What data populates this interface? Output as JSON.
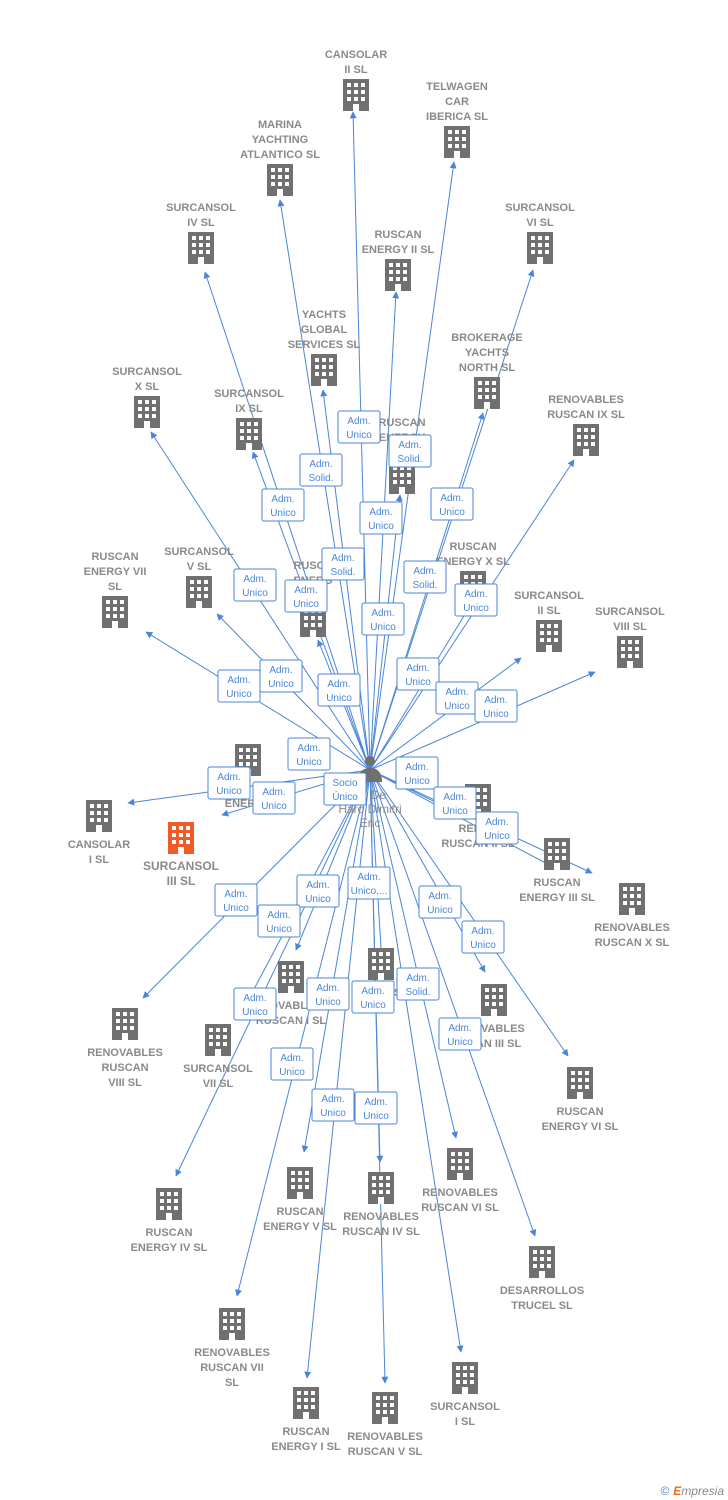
{
  "center": {
    "label_lines": [
      "...t De",
      "Haro Dimitri",
      "Eric"
    ]
  },
  "colors": {
    "edge": "#4a86d8",
    "building": "#707070",
    "highlight": "#f15a24",
    "label": "#8a8a8a"
  },
  "footer": {
    "copyright": "©",
    "brand_first": "E",
    "brand_rest": "mpresia"
  },
  "companies": [
    {
      "id": "cansolar-ii",
      "lines": [
        "CANSOLAR",
        "II  SL"
      ]
    },
    {
      "id": "telwagen",
      "lines": [
        "TELWAGEN",
        "CAR",
        "IBERICA  SL"
      ]
    },
    {
      "id": "marina",
      "lines": [
        "MARINA",
        "YACHTING",
        "ATLANTICO  SL"
      ]
    },
    {
      "id": "surcansol-iv",
      "lines": [
        "SURCANSOL",
        "IV  SL"
      ]
    },
    {
      "id": "surcansol-vi",
      "lines": [
        "SURCANSOL",
        "VI  SL"
      ]
    },
    {
      "id": "ruscan-energy-ii",
      "lines": [
        "RUSCAN",
        "ENERGY II  SL"
      ]
    },
    {
      "id": "yachts-global",
      "lines": [
        "YACHTS",
        "GLOBAL",
        "SERVICES  SL"
      ]
    },
    {
      "id": "brokerage",
      "lines": [
        "BROKERAGE",
        "YACHTS",
        "NORTH  SL"
      ]
    },
    {
      "id": "surcansol-x",
      "lines": [
        "SURCANSOL",
        "X  SL"
      ]
    },
    {
      "id": "surcansol-ix",
      "lines": [
        "SURCANSOL",
        "IX  SL"
      ]
    },
    {
      "id": "ruscan-energy-v-partial",
      "lines": [
        "RUSCAN",
        "ENERGY",
        "V"
      ]
    },
    {
      "id": "renovables-ix",
      "lines": [
        "RENOVABLES",
        "RUSCAN IX  SL"
      ]
    },
    {
      "id": "ruscan-energy-vii",
      "lines": [
        "RUSCAN",
        "ENERGY VII",
        "SL"
      ]
    },
    {
      "id": "surcansol-v",
      "lines": [
        "SURCANSOL",
        "V  SL"
      ]
    },
    {
      "id": "ruscan-energ-partial",
      "lines": [
        "RUSCA",
        "ENERG",
        "ES..."
      ]
    },
    {
      "id": "ruscan-energy-x",
      "lines": [
        "RUSCAN",
        "ENERGY X  SL"
      ]
    },
    {
      "id": "surcansol-ii",
      "lines": [
        "SURCANSOL",
        "II  SL"
      ]
    },
    {
      "id": "surcansol-viii",
      "lines": [
        "SURCANSOL",
        "VIII  SL"
      ]
    },
    {
      "id": "energy-left-partial",
      "lines": [
        "",
        "ENERGY"
      ]
    },
    {
      "id": "cansolar-i",
      "lines": [
        "CANSOLAR",
        "I  SL"
      ]
    },
    {
      "id": "surcansol-iii",
      "lines": [
        "SURCANSOL",
        "III  SL"
      ],
      "highlight": true
    },
    {
      "id": "renov-ruscan-ii",
      "lines": [
        "RENOV",
        "RUSCAN II  SL"
      ]
    },
    {
      "id": "ruscan-energy-iii",
      "lines": [
        "RUSCAN",
        "ENERGY III  SL"
      ]
    },
    {
      "id": "renovables-x",
      "lines": [
        "RENOVABLES",
        "RUSCAN X  SL"
      ]
    },
    {
      "id": "renovables-i",
      "lines": [
        "...OVABLES",
        "RUSCAN I  SL"
      ]
    },
    {
      "id": "nes-partial",
      "lines": [
        "...ONES",
        "E..."
      ]
    },
    {
      "id": "renovables-iii",
      "lines": [
        "...OVABLES",
        "...AN III  SL"
      ]
    },
    {
      "id": "renovables-viii",
      "lines": [
        "RENOVABLES",
        "RUSCAN",
        "VIII  SL"
      ]
    },
    {
      "id": "surcansol-vii",
      "lines": [
        "SURCANSOL",
        "VII  SL"
      ]
    },
    {
      "id": "ruscan-energy-vi",
      "lines": [
        "RUSCAN",
        "ENERGY VI  SL"
      ]
    },
    {
      "id": "ruscan-energy-v",
      "lines": [
        "RUSCAN",
        "ENERGY V  SL"
      ]
    },
    {
      "id": "renovables-iv",
      "lines": [
        "RENOVABLES",
        "RUSCAN IV  SL"
      ]
    },
    {
      "id": "renovables-vi",
      "lines": [
        "RENOVABLES",
        "RUSCAN VI  SL"
      ]
    },
    {
      "id": "ruscan-energy-iv",
      "lines": [
        "RUSCAN",
        "ENERGY IV  SL"
      ]
    },
    {
      "id": "desarrollos",
      "lines": [
        "DESARROLLOS",
        "TRUCEL  SL"
      ]
    },
    {
      "id": "renovables-vii",
      "lines": [
        "RENOVABLES",
        "RUSCAN VII",
        "SL"
      ]
    },
    {
      "id": "ruscan-energy-i",
      "lines": [
        "RUSCAN",
        "ENERGY I  SL"
      ]
    },
    {
      "id": "renovables-v",
      "lines": [
        "RENOVABLES",
        "RUSCAN V  SL"
      ]
    },
    {
      "id": "surcansol-i",
      "lines": [
        "SURCANSOL",
        "I  SL"
      ]
    }
  ],
  "relations": [
    {
      "lines": [
        "Adm.",
        "Unico"
      ]
    },
    {
      "lines": [
        "Adm.",
        "Solid."
      ]
    },
    {
      "lines": [
        "Adm.",
        "Solid."
      ]
    },
    {
      "lines": [
        "Adm.",
        "Unico"
      ]
    },
    {
      "lines": [
        "Adm.",
        "Unico"
      ]
    },
    {
      "lines": [
        "Adm.",
        "Unico"
      ]
    },
    {
      "lines": [
        "Adm.",
        "Solid."
      ]
    },
    {
      "lines": [
        "Adm.",
        "Unico"
      ]
    },
    {
      "lines": [
        "Adm.",
        "Solid."
      ]
    },
    {
      "lines": [
        "Adm.",
        "Unico"
      ]
    },
    {
      "lines": [
        "Adm.",
        "Unico"
      ]
    },
    {
      "lines": [
        "Adm.",
        "Unico"
      ]
    },
    {
      "lines": [
        "Adm.",
        "Unico"
      ]
    },
    {
      "lines": [
        "Adm.",
        "Unico"
      ]
    },
    {
      "lines": [
        "Adm.",
        "Unico"
      ]
    },
    {
      "lines": [
        "Adm.",
        "Unico"
      ]
    },
    {
      "lines": [
        "Adm.",
        "Unico"
      ]
    },
    {
      "lines": [
        "Adm.",
        "Unico"
      ]
    },
    {
      "lines": [
        "Adm.",
        "Unico"
      ]
    },
    {
      "lines": [
        "Adm.",
        "Unico"
      ]
    },
    {
      "lines": [
        "Adm.",
        "Unico"
      ]
    },
    {
      "lines": [
        "Socio",
        "Único"
      ]
    },
    {
      "lines": [
        "Adm.",
        "Unico"
      ]
    },
    {
      "lines": [
        "Adm.",
        "Unico"
      ]
    },
    {
      "lines": [
        "Adm.",
        "Unico"
      ]
    },
    {
      "lines": [
        "Adm.",
        "Unico"
      ]
    },
    {
      "lines": [
        "Adm.",
        "Unico"
      ]
    },
    {
      "lines": [
        "Adm.",
        "Unico,..."
      ]
    },
    {
      "lines": [
        "Adm.",
        "Unico"
      ]
    },
    {
      "lines": [
        "Adm.",
        "Unico"
      ]
    },
    {
      "lines": [
        "Adm.",
        "Unico"
      ]
    },
    {
      "lines": [
        "Adm.",
        "Unico"
      ]
    },
    {
      "lines": [
        "Adm.",
        "Unico"
      ]
    },
    {
      "lines": [
        "Adm.",
        "Unico"
      ]
    },
    {
      "lines": [
        "Adm.",
        "Solid."
      ]
    },
    {
      "lines": [
        "Adm.",
        "Unico"
      ]
    },
    {
      "lines": [
        "Adm.",
        "Unico"
      ]
    },
    {
      "lines": [
        "Adm.",
        "Unico"
      ]
    },
    {
      "lines": [
        "Adm.",
        "Unico"
      ]
    }
  ]
}
